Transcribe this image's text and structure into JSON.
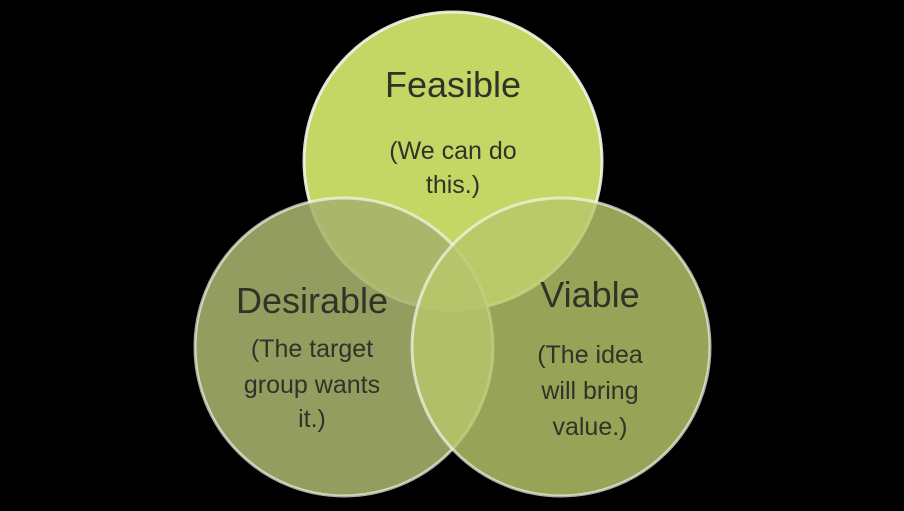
{
  "circles": [
    {
      "title": "Feasible",
      "lines": [
        "(We can do",
        "this.)"
      ],
      "color": "#c4d764"
    },
    {
      "title": "Desirable",
      "lines": [
        "(The target",
        "group wants",
        "it.)"
      ],
      "color": "#a6b36c"
    },
    {
      "title": "Viable",
      "lines": [
        "(The idea",
        "will bring",
        "value.)"
      ],
      "color": "#b8c76a"
    }
  ]
}
